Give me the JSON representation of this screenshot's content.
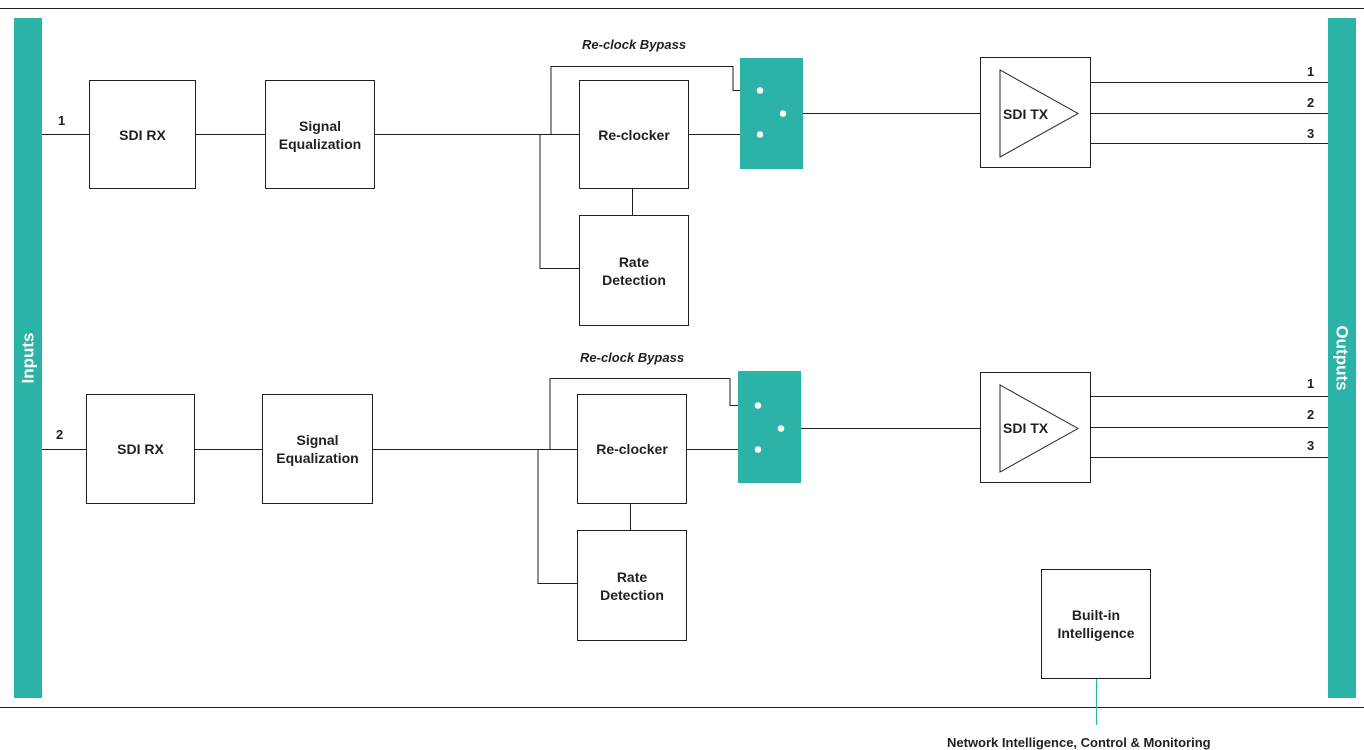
{
  "colors": {
    "accent": "#2ab3a6",
    "line": "#231f20"
  },
  "sidebar_left": {
    "label": "Inputs"
  },
  "sidebar_right": {
    "label": "Outputs"
  },
  "channels": [
    {
      "input_number": "1",
      "sdi_rx": "SDI RX",
      "equalization": "Signal\nEqualization",
      "bypass_label": "Re-clock Bypass",
      "reclocker": "Re-clocker",
      "rate_detection": "Rate\nDetection",
      "sdi_tx": "SDI TX",
      "outputs": [
        "1",
        "2",
        "3"
      ]
    },
    {
      "input_number": "2",
      "sdi_rx": "SDI RX",
      "equalization": "Signal\nEqualization",
      "bypass_label": "Re-clock Bypass",
      "reclocker": "Re-clocker",
      "rate_detection": "Rate\nDetection",
      "sdi_tx": "SDI TX",
      "outputs": [
        "1",
        "2",
        "3"
      ]
    }
  ],
  "intelligence": {
    "label": "Built-in\nIntelligence"
  },
  "network_label": "Network Intelligence, Control & Monitoring"
}
